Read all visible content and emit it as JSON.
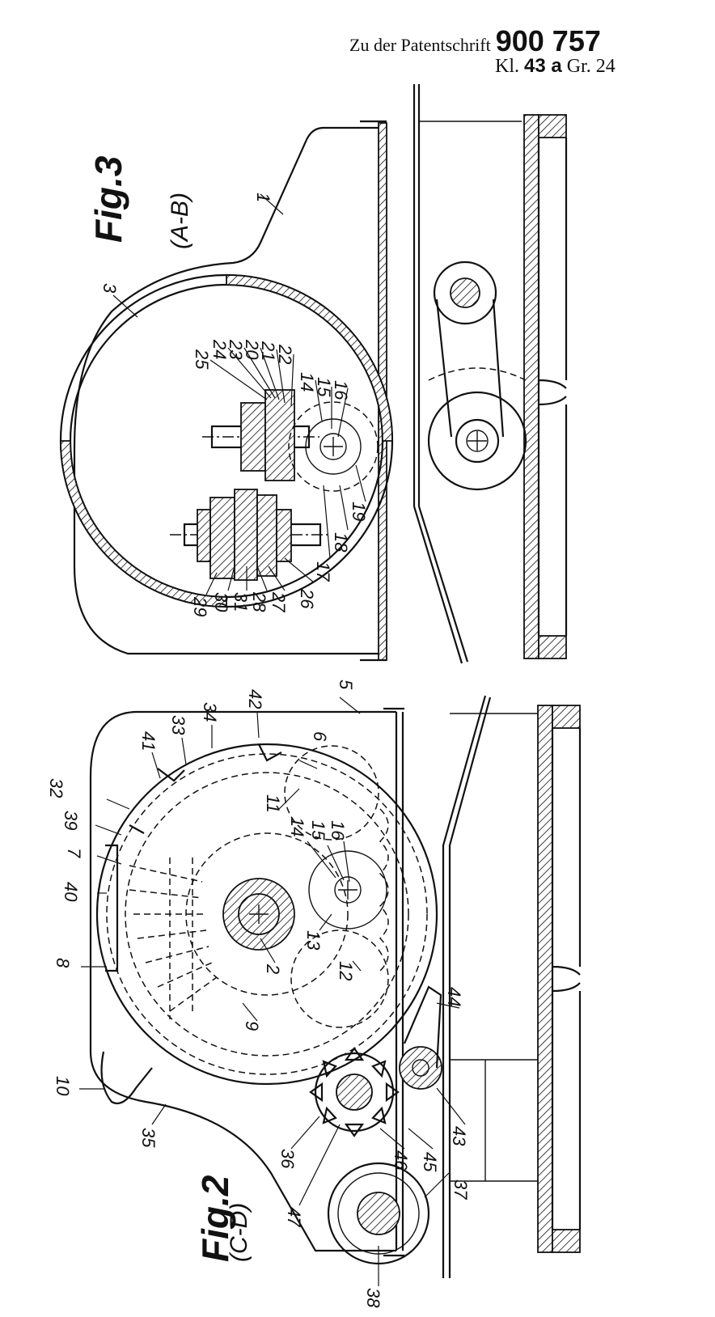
{
  "header": {
    "prefix": "Zu der Patentschrift",
    "patent_number": "900 757",
    "kl_prefix": "Kl.",
    "kl_class": "43 a",
    "gr": "Gr. 24"
  },
  "fig3": {
    "title": "Fig.3",
    "section": "(A-B)",
    "labels": [
      "1",
      "3",
      "25",
      "24",
      "23",
      "20",
      "21",
      "22",
      "14",
      "15",
      "16",
      "19",
      "18",
      "17",
      "26",
      "27",
      "28",
      "31",
      "30",
      "29"
    ]
  },
  "fig2": {
    "title": "Fig.2",
    "section": "(C-D)",
    "labels": [
      "5",
      "42",
      "34",
      "33",
      "41",
      "32",
      "39",
      "7",
      "40",
      "8",
      "10",
      "35",
      "36",
      "47",
      "38",
      "37",
      "46",
      "45",
      "43",
      "44",
      "6",
      "11",
      "14",
      "15",
      "16",
      "13",
      "12",
      "2",
      "9"
    ]
  }
}
